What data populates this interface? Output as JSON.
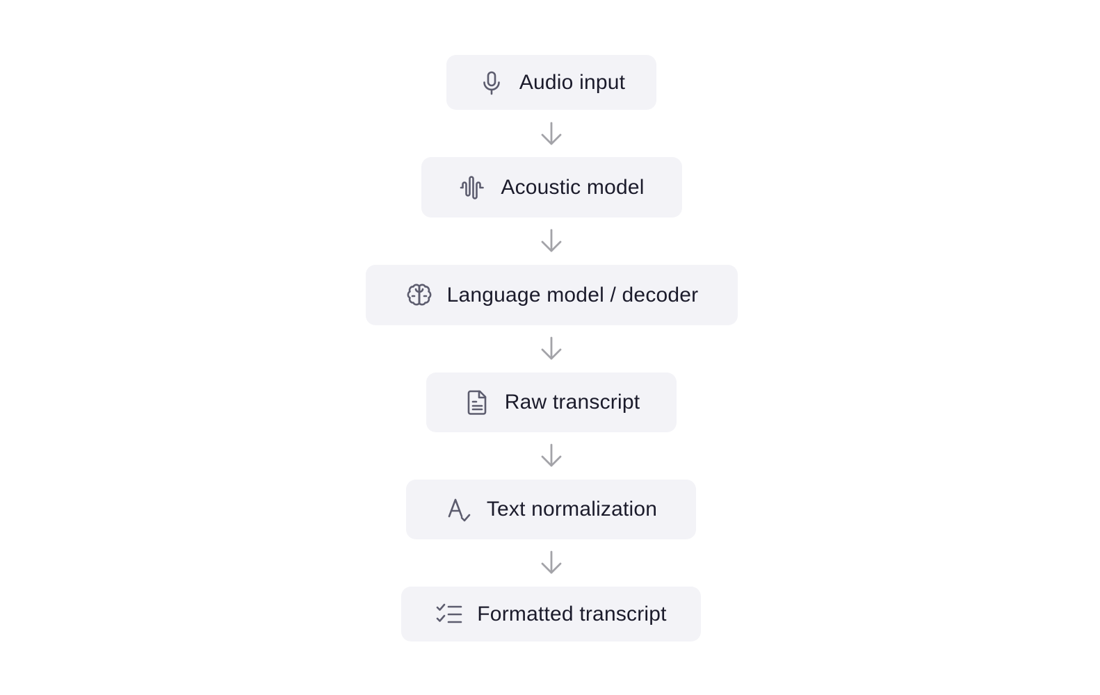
{
  "diagram": {
    "steps": [
      {
        "label": "Audio input",
        "icon": "microphone-icon"
      },
      {
        "label": "Acoustic model",
        "icon": "waveform-icon"
      },
      {
        "label": "Language model / decoder",
        "icon": "brain-icon"
      },
      {
        "label": "Raw transcript",
        "icon": "document-icon"
      },
      {
        "label": "Text normalization",
        "icon": "spell-check-icon"
      },
      {
        "label": "Formatted transcript",
        "icon": "checklist-icon"
      }
    ],
    "colors": {
      "node_background": "#f3f3f7",
      "text": "#1b1b2b",
      "icon": "#5c5c6e",
      "arrow": "#a3a3a8"
    }
  }
}
